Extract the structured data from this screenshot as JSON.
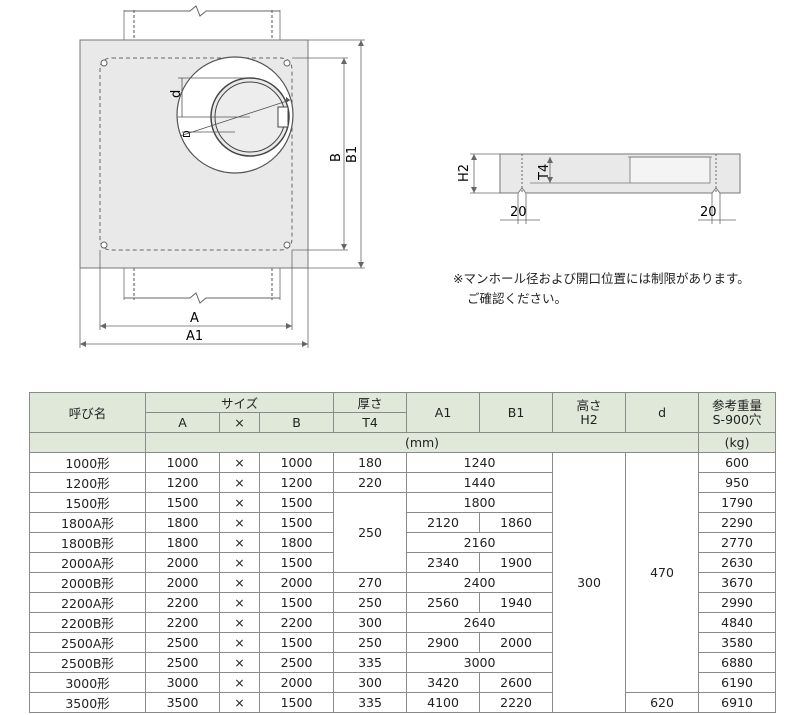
{
  "drawing": {
    "dim_A": "A",
    "dim_A1": "A1",
    "dim_B": "B",
    "dim_B1": "B1",
    "dim_d": "d",
    "dim_D": "D",
    "dim_H2": "H2",
    "dim_T4": "T4",
    "dim_20_left": "20",
    "dim_20_right": "20"
  },
  "note": {
    "line1": "※マンホール径および開口位置には制限があります。",
    "line2": "ご確認ください。"
  },
  "table": {
    "headers": {
      "name": "呼び名",
      "size": "サイズ",
      "size_a": "A",
      "size_x": "×",
      "size_b": "B",
      "thick": "厚さ",
      "thick_t4": "T4",
      "a1": "A1",
      "b1": "B1",
      "height": "高さ",
      "height_h2": "H2",
      "d": "d",
      "weight": "参考重量",
      "weight_sub": "S-900穴",
      "unit_mm": "(mm)",
      "unit_kg": "(kg)"
    },
    "rows": [
      {
        "name": "1000形",
        "a": "1000",
        "x": "×",
        "b": "1000",
        "t4": "180",
        "a1b1": "1240",
        "w": "600"
      },
      {
        "name": "1200形",
        "a": "1200",
        "x": "×",
        "b": "1200",
        "t4": "220",
        "a1b1": "1440",
        "w": "950"
      },
      {
        "name": "1500形",
        "a": "1500",
        "x": "×",
        "b": "1500",
        "a1b1": "1800",
        "w": "1790"
      },
      {
        "name": "1800A形",
        "a": "1800",
        "x": "×",
        "b": "1500",
        "a1": "2120",
        "b1": "1860",
        "w": "2290"
      },
      {
        "name": "1800B形",
        "a": "1800",
        "x": "×",
        "b": "1800",
        "a1b1": "2160",
        "w": "2770"
      },
      {
        "name": "2000A形",
        "a": "2000",
        "x": "×",
        "b": "1500",
        "a1": "2340",
        "b1": "1900",
        "w": "2630"
      },
      {
        "name": "2000B形",
        "a": "2000",
        "x": "×",
        "b": "2000",
        "t4": "270",
        "a1b1": "2400",
        "w": "3670"
      },
      {
        "name": "2200A形",
        "a": "2200",
        "x": "×",
        "b": "1500",
        "t4": "250",
        "a1": "2560",
        "b1": "1940",
        "w": "2990"
      },
      {
        "name": "2200B形",
        "a": "2200",
        "x": "×",
        "b": "2200",
        "t4": "300",
        "a1b1": "2640",
        "w": "4840"
      },
      {
        "name": "2500A形",
        "a": "2500",
        "x": "×",
        "b": "1500",
        "t4": "250",
        "a1": "2900",
        "b1": "2000",
        "w": "3580"
      },
      {
        "name": "2500B形",
        "a": "2500",
        "x": "×",
        "b": "2500",
        "t4": "335",
        "a1b1": "3000",
        "w": "6880"
      },
      {
        "name": "3000形",
        "a": "3000",
        "x": "×",
        "b": "2000",
        "t4": "300",
        "a1": "3420",
        "b1": "2600",
        "w": "6190"
      },
      {
        "name": "3500形",
        "a": "3500",
        "x": "×",
        "b": "1500",
        "t4": "335",
        "a1": "4100",
        "b1": "2220",
        "d": "620",
        "w": "6910"
      }
    ],
    "t4_merged": "250",
    "h2_merged": "300",
    "d_merged": "470"
  }
}
